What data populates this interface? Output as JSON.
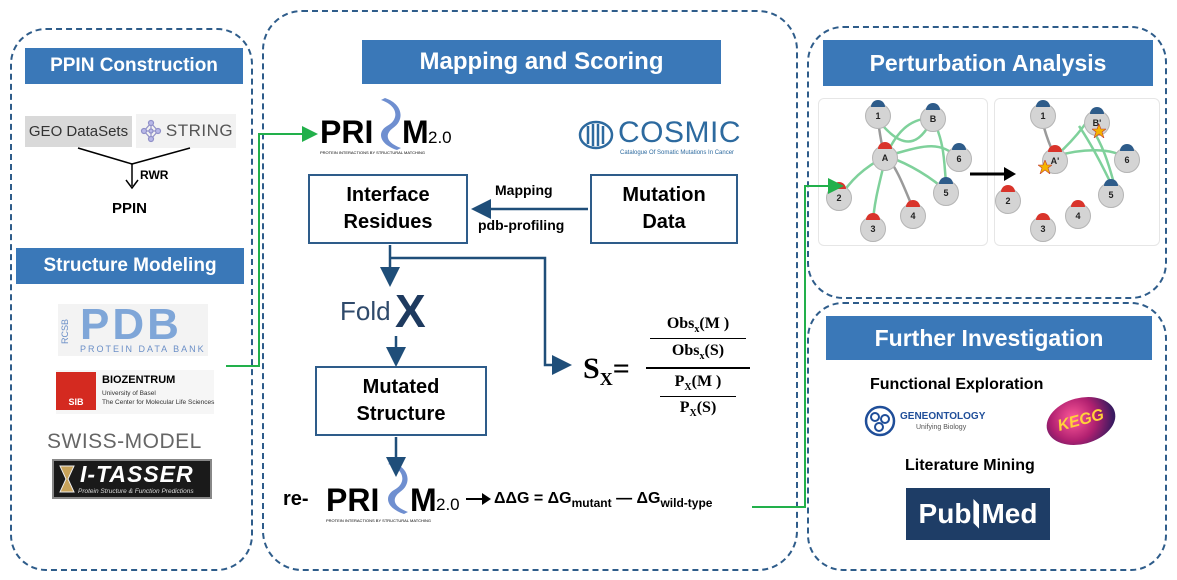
{
  "panels": {
    "ppin": {
      "header": "PPIN Construction",
      "geo": "GEO DataSets",
      "string": "STRING",
      "rwr": "RWR",
      "ppin": "PPIN"
    },
    "structure": {
      "header": "Structure Modeling",
      "pdb_main": "PDB",
      "pdb_sub": "PROTEIN DATA BANK",
      "pdb_side": "RCSB",
      "sib": "SIB",
      "biozentrum": "BIOZENTRUM",
      "biozentrum_sub1": "University of Basel",
      "biozentrum_sub2": "The Center for Molecular Life Sciences",
      "swiss": "SWISS-MODEL",
      "itasser": "I-TASSER",
      "itasser_sub": "Protein Structure & Function Predictions"
    },
    "mapping": {
      "header": "Mapping and Scoring",
      "prism_a": "PRI",
      "prism_b": "M",
      "prism_ver": "2.0",
      "prism_sub": "PROTEIN INTERACTIONS BY STRUCTURAL MATCHING",
      "cosmic": "COSMIC",
      "cosmic_sub": "Catalogue Of Somatic Mutations In Cancer",
      "interface_line1": "Interface",
      "interface_line2": "Residues",
      "mutation_line1": "Mutation",
      "mutation_line2": "Data",
      "mapping_label": "Mapping",
      "pdb_profiling": "pdb-profiling",
      "foldx_a": "Fold",
      "foldx_b": "X",
      "mutated_line1": "Mutated",
      "mutated_line2": "Structure",
      "re": "re-",
      "ddg": "ΔΔG = ΔG",
      "ddg_mutant": "mutant",
      "ddg_dash": " — ΔG",
      "ddg_wt": "wild-type",
      "sx": "S",
      "sx_sub": "X",
      "sx_eq": "=",
      "obs_m": "Obs",
      "obs_m_sub": "x",
      "obs_m_arg": "(M  )",
      "obs_s": "Obs",
      "obs_s_sub": "x",
      "obs_s_arg": "(S)",
      "p_m": "P",
      "p_m_sub": "X",
      "p_m_arg": "(M  )",
      "p_s": "P",
      "p_s_sub": "X",
      "p_s_arg": "(S)"
    },
    "perturbation": {
      "header": "Perturbation Analysis",
      "nodes_left": [
        "1",
        "B",
        "A",
        "6",
        "5",
        "2",
        "3",
        "4"
      ],
      "nodes_right": [
        "1",
        "B'",
        "A'",
        "6",
        "5",
        "2",
        "3",
        "4"
      ]
    },
    "further": {
      "header": "Further Investigation",
      "functional": "Functional Exploration",
      "go_a": "GENEONTOLOGY",
      "go_b": "Unifying Biology",
      "kegg": "KEGG",
      "literature": "Literature Mining",
      "pubmed_a": "Pub",
      "pubmed_b": "Med"
    }
  },
  "colors": {
    "panel_border": "#2e5c8a",
    "header_bg": "#3a78b8",
    "flow_arrow": "#1f4e79",
    "connector": "#22b04b",
    "cosmic": "#2d6a9f",
    "prism_mark": "#5a7fc0"
  }
}
